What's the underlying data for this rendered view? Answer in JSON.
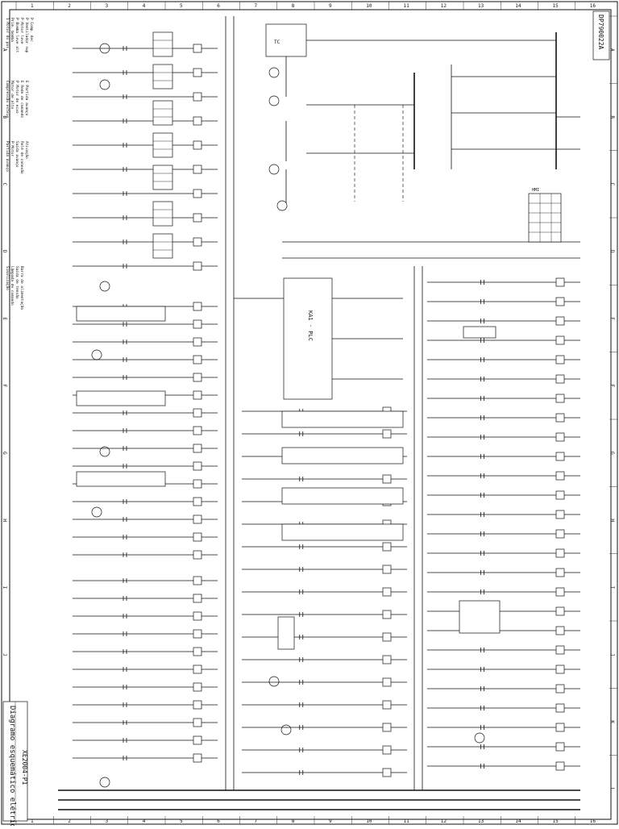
{
  "title_block": {
    "drawing_title": "Diagramo esquemático elétrico",
    "drawing_number": "XE2004-P1",
    "corner_code": "DP790022A"
  },
  "frame": {
    "column_letters": [
      "A",
      "B",
      "C",
      "D",
      "E",
      "F",
      "G",
      "H",
      "I",
      "J",
      "K",
      "L"
    ],
    "row_numbers": [
      "1",
      "2",
      "3",
      "4",
      "5",
      "6",
      "7",
      "8",
      "9",
      "10",
      "11",
      "12",
      "13",
      "14",
      "15",
      "16"
    ]
  },
  "legend": {
    "group_1": [
      "1 Motor do pos.",
      "Prim. bomba",
      "P Bomba leve alt",
      "P Motor leve",
      "P Ventilador sup",
      "P Comp. dec"
    ],
    "group_2": [
      "Compressão esteio",
      "Motor de alto",
      "P Motor de eixo",
      "E Rede de comando",
      "E Partida avanço"
    ],
    "group_3": [
      "Partida avanço",
      "P Motor",
      "Saída avanço",
      "Relé de conexão",
      "Ativação"
    ],
    "group_4": [
      "Sinalização",
      "Lâmpada de comando",
      "Saída de tensão",
      "Barra de alimentação"
    ]
  },
  "components": {
    "controller_label": "KA1 · PLC",
    "transformer_label": "TC",
    "display_label": "HMI"
  }
}
